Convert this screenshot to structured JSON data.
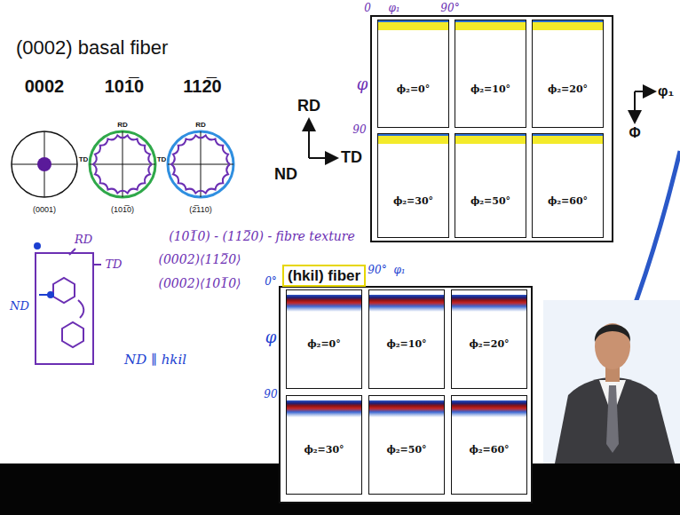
{
  "diagram": {
    "title": "(0002) basal fiber",
    "nodes": [
      {
        "text": [
          "ϕ₂=0°"
        ]
      },
      {
        "text": [
          "ϕ₂=10°"
        ]
      },
      {
        "text": [
          "ϕ₂=20°"
        ]
      },
      {
        "text": [
          "ϕ₂=30°"
        ]
      },
      {
        "text": [
          "ϕ₂=50°"
        ]
      },
      {
        "text": [
          "ϕ₂=60°"
        ]
      },
      {
        "text": [
          "(hkil) fiber"
        ]
      },
      {
        "text": [
          "ϕ₂=0°"
        ],
        "in": 6
      },
      {
        "text": [
          "ϕ₂=10°"
        ],
        "in": 6
      },
      {
        "text": [
          "ϕ₂=20°"
        ],
        "in": 6
      },
      {
        "text": [
          "ϕ₂=30°"
        ],
        "in": 6
      },
      {
        "text": [
          "ϕ₂=50°"
        ],
        "in": 6
      },
      {
        "text": [
          "ϕ₂=60°"
        ],
        "in": 6
      }
    ],
    "labels": [
      "0002",
      "101̅0",
      "112̅0",
      "TD",
      "RD",
      "TD",
      "RD",
      "(0001)",
      "(101̅0)",
      "(2̅110)",
      "RD",
      "TD",
      "ND",
      "φ₁",
      "Φ",
      "RD",
      "TD",
      "ND",
      "(101̅0) - (112̅0) - fibre texture",
      "(0002)⟨112̅0⟩",
      "(0002)⟨101̅0⟩",
      "ND ∥ hkil",
      "0",
      "φ₁",
      "90°",
      "φ",
      "90",
      "0°",
      "φ",
      "90",
      "90°",
      "φ₁"
    ]
  }
}
